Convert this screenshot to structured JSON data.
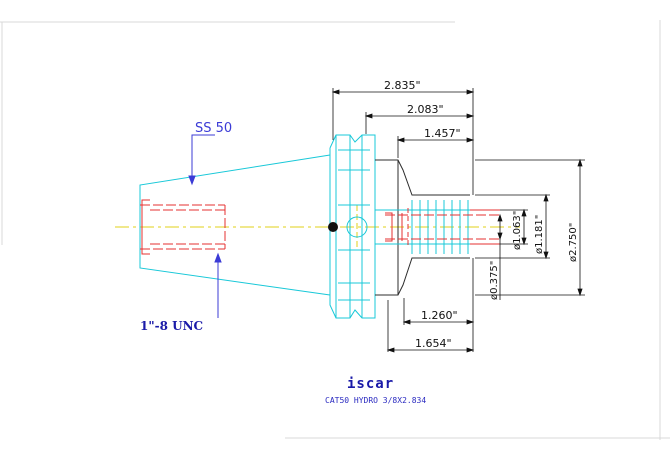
{
  "dimensions": {
    "overall_length": "2.835\"",
    "flange_length": "2.083\"",
    "nose_length": "1.457\"",
    "bore_depth": "1.260\"",
    "extension_length": "1.654\"",
    "dia_1063": "ø1.063\"",
    "dia_1181": "ø1.181\"",
    "dia_2750": "ø2.750\"",
    "dia_0375": "ø0.375\""
  },
  "labels": {
    "taper": "SS 50",
    "thread": "1\"-8 UNC"
  },
  "logo": {
    "brand": "iscar",
    "caption": "CAT50 HYDRO 3/8X2.834"
  },
  "colors": {
    "outline": "#18c8d8",
    "hidden": "#e53030",
    "centerline": "#e0d21a",
    "dimension": "#111111",
    "annotation": "#3b3bd6"
  }
}
